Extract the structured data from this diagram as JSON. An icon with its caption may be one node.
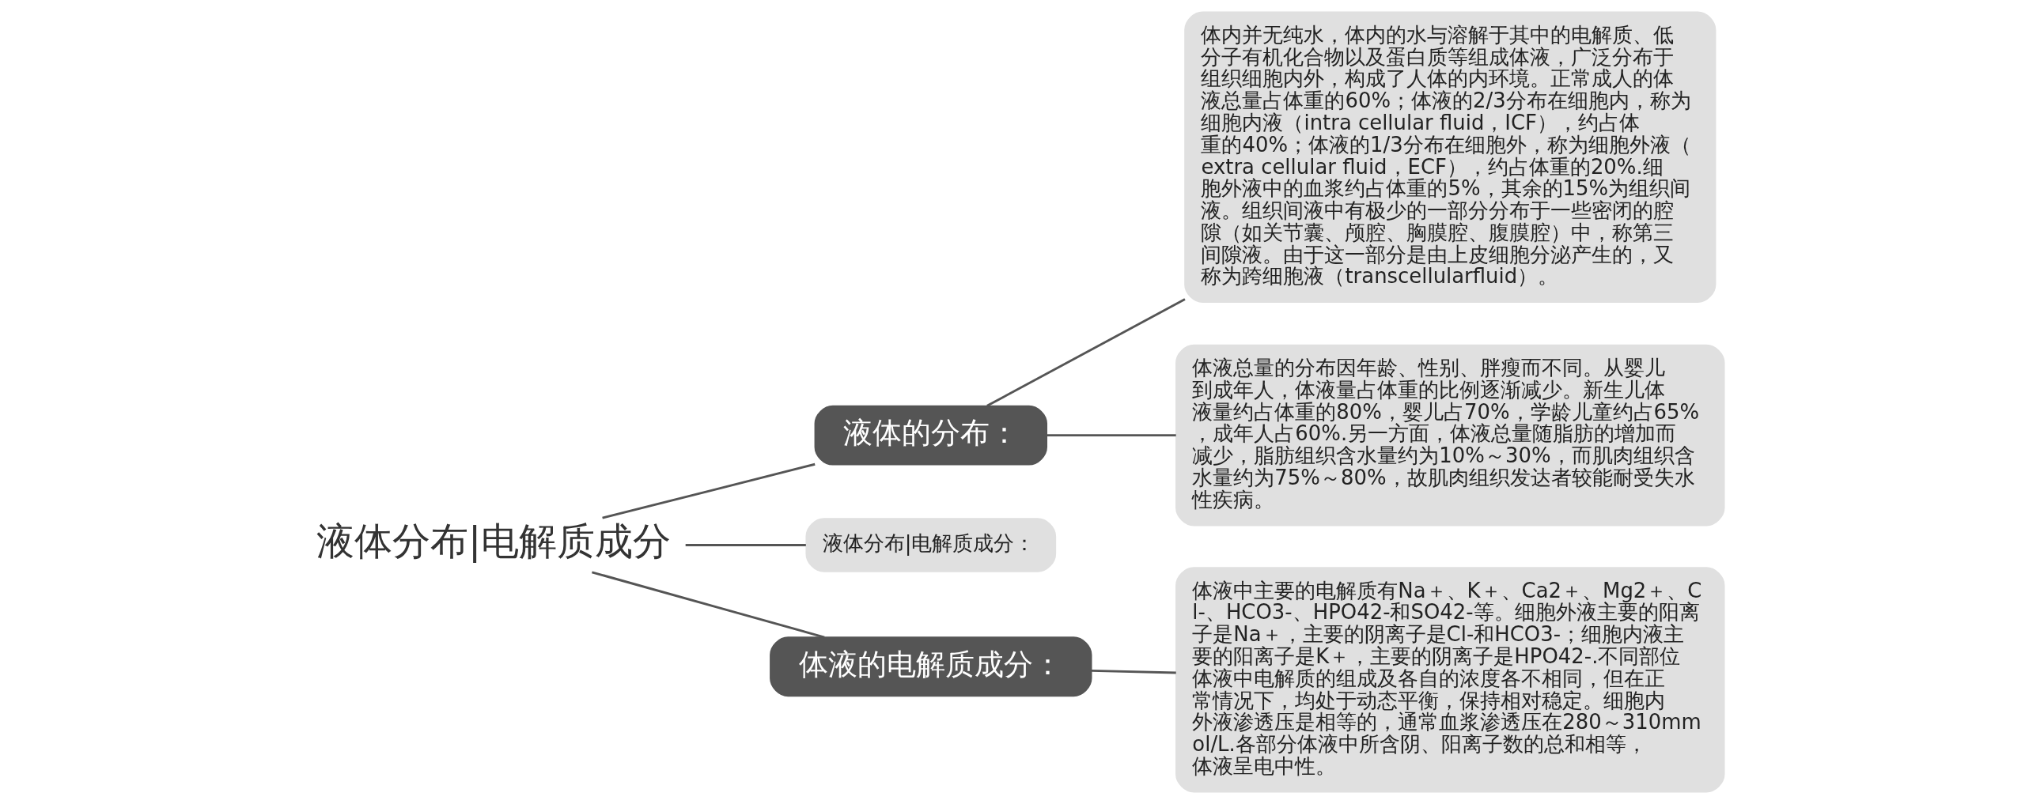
{
  "diagram": {
    "nodes": [
      {
        "text": [
          "液体分布|电解质成分"
        ]
      },
      {
        "text": [
          "液体的分布："
        ]
      },
      {
        "text": [
          "体内并无纯水，体内的水与溶解于其中的电解质、低分子有机化合物以及蛋白质等组成体液，广泛分布于组织细胞内外，构成了人体的内环境。正常成人的体液总量占体重的60%；体液的2/3分布在细胞内，称为细胞内液（intra cellular fluid，ICF），约占体重的40%；体液的1/3分布在细胞外，称为细胞外液（extra cellular fluid，ECF），约占体重的20%.细胞外液中的血浆约占体重的5%，其余的15%为组织间液。组织间液中有极少的一部分分布于一些密闭的腔隙（如关节囊、颅腔、胸膜腔、腹膜腔）中，称第三间隙液。由于这一部分是由上皮细胞分泌产生的，又称为跨细胞液（transcellularfluid）。"
        ]
      },
      {
        "text": [
          "体液总量的分布因年龄、性别、胖瘦而不同。从婴儿到成年人，体液量占体重的比例逐渐减少。新生儿体液量约占体重的80%，婴儿占70%，学龄儿童约占65%，成年人占60%.另一方面，体液总量随脂肪的增加而减少，脂肪组织含水量约为10%～30%，而肌肉组织含水量约为75%～80%，故肌肉组织发达者较能耐受失水性疾病。"
        ]
      },
      {
        "text": [
          "液体分布|电解质成分："
        ]
      },
      {
        "text": [
          "体液的电解质成分："
        ]
      },
      {
        "text": [
          "体液中主要的电解质有Na＋、K＋、Ca2＋、Mg2＋、Cl-、HCO3-、HPO42-和SO42-等。细胞外液主要的阳离子是Na＋，主要的阴离子是Cl-和HCO3-；细胞内液主要的阳离子是K＋，主要的阴离子是HPO42-.不同部位体液中电解质的组成及各自的浓度各不相同，但在正常情况下，均处于动态平衡，保持相对稳定。细胞内外液渗透压是相等的，通常血浆渗透压在280～310mmol/L.各部分体液中所含阴、阳离子数的总和相等，体液呈电中性。"
        ]
      }
    ],
    "edges": [
      {
        "from": 0,
        "to": 1,
        "arrow": "none"
      },
      {
        "from": 1,
        "to": 2,
        "arrow": "none"
      },
      {
        "from": 1,
        "to": 3,
        "arrow": "none"
      },
      {
        "from": 0,
        "to": 4,
        "arrow": "none"
      },
      {
        "from": 0,
        "to": 5,
        "arrow": "none"
      },
      {
        "from": 5,
        "to": 6,
        "arrow": "none"
      }
    ]
  }
}
